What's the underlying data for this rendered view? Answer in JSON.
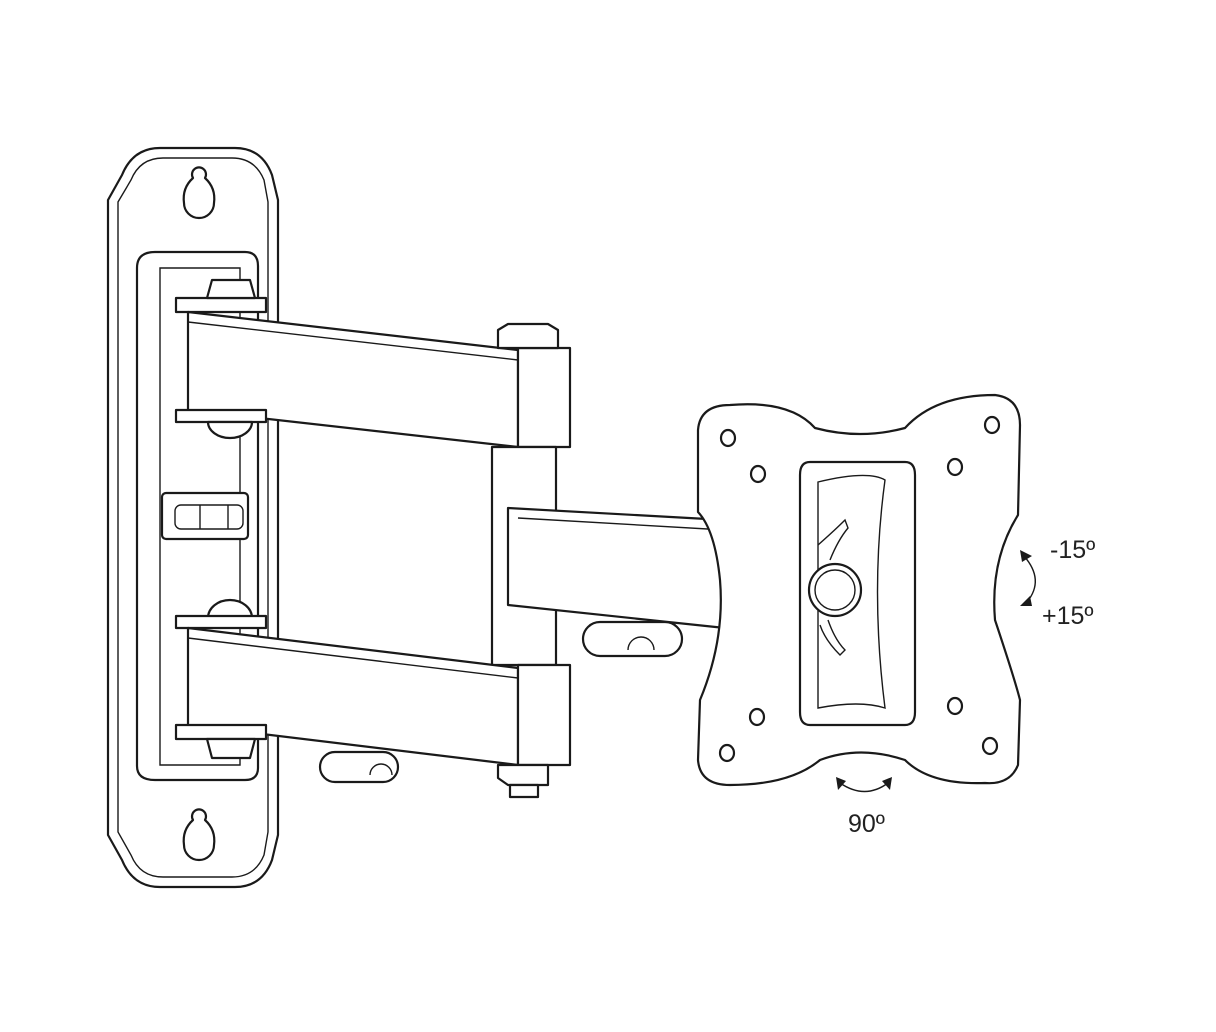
{
  "labels": {
    "tilt_up": "-15º",
    "tilt_down": "+15º",
    "rotation": "90º"
  },
  "colors": {
    "line": "#1a1a1a",
    "background": "#ffffff"
  }
}
